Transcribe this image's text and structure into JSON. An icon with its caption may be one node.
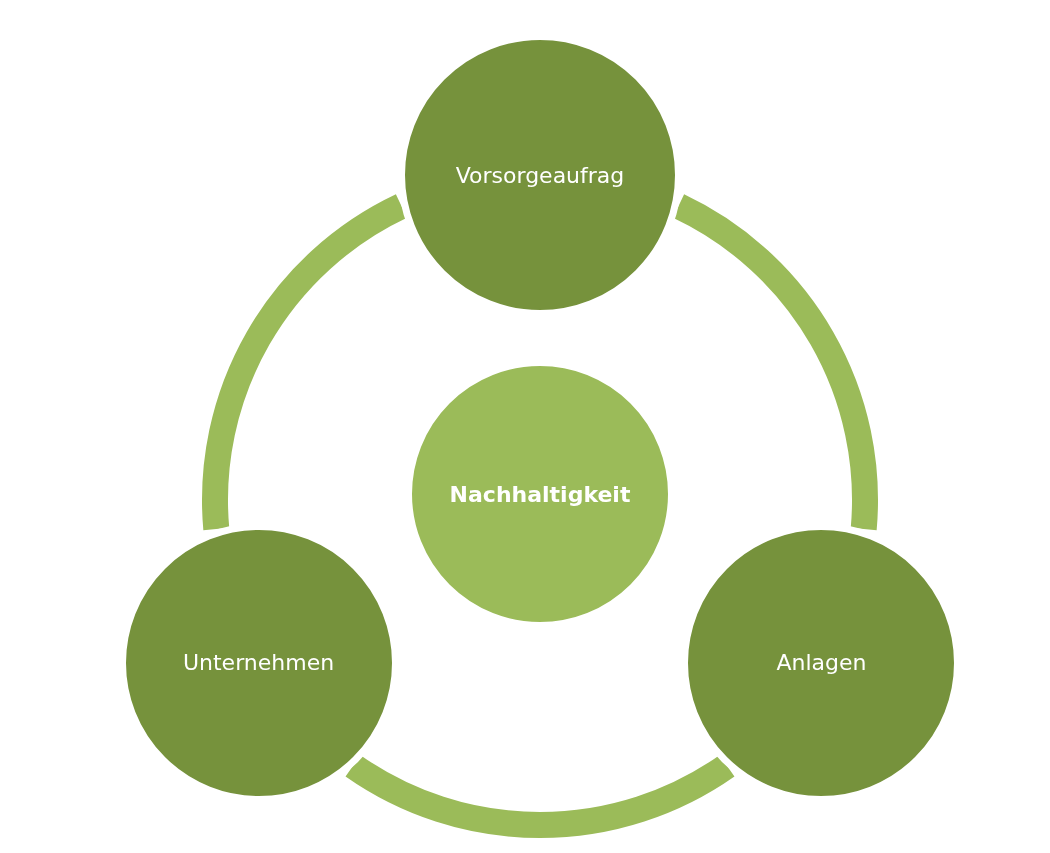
{
  "diagram": {
    "nodes": [
      {
        "text": [
          "Vorsorgeaufrag"
        ]
      },
      {
        "text": [
          "Nachhaltigkeit"
        ]
      },
      {
        "text": [
          "Unternehmen"
        ]
      },
      {
        "text": [
          "Anlagen"
        ]
      }
    ],
    "edges": [
      {
        "from": 0,
        "to": 3,
        "arrow": "none"
      },
      {
        "from": 3,
        "to": 2,
        "arrow": "none"
      },
      {
        "from": 2,
        "to": 0,
        "arrow": "none"
      }
    ]
  }
}
